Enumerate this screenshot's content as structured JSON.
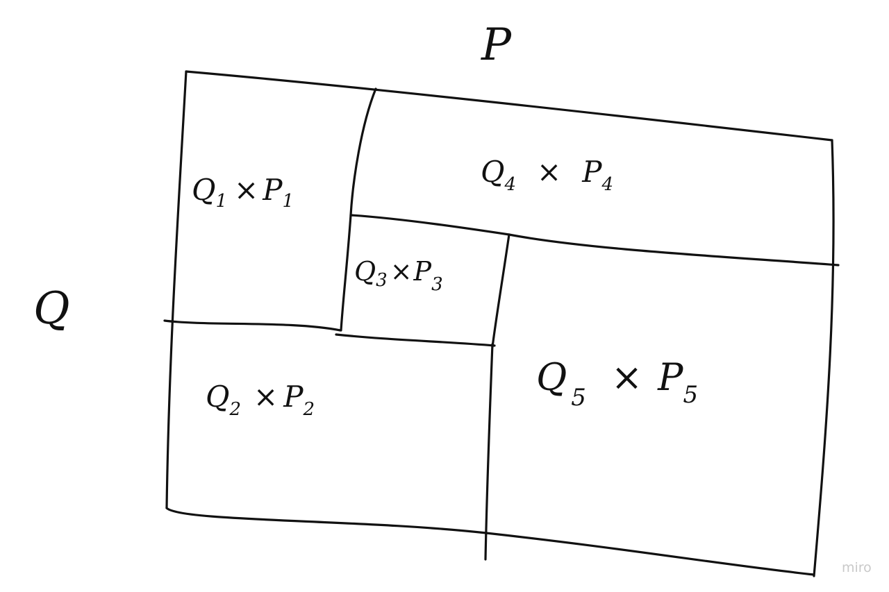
{
  "axes": {
    "top_label": "P",
    "left_label": "Q"
  },
  "cells": [
    {
      "id": "cell-1",
      "q": "Q",
      "q_sub": "1",
      "op": "×",
      "p": "P",
      "p_sub": "1"
    },
    {
      "id": "cell-2",
      "q": "Q",
      "q_sub": "2",
      "op": "×",
      "p": "P",
      "p_sub": "2"
    },
    {
      "id": "cell-3",
      "q": "Q",
      "q_sub": "3",
      "op": "×",
      "p": "P",
      "p_sub": "3"
    },
    {
      "id": "cell-4",
      "q": "Q",
      "q_sub": "4",
      "op": "×",
      "p": "P",
      "p_sub": "4"
    },
    {
      "id": "cell-5",
      "q": "Q",
      "q_sub": "5",
      "op": "×",
      "p": "P",
      "p_sub": "5"
    }
  ],
  "watermark": "miro",
  "colors": {
    "ink": "#111111",
    "background": "#ffffff",
    "watermark": "#c9c9c9"
  }
}
